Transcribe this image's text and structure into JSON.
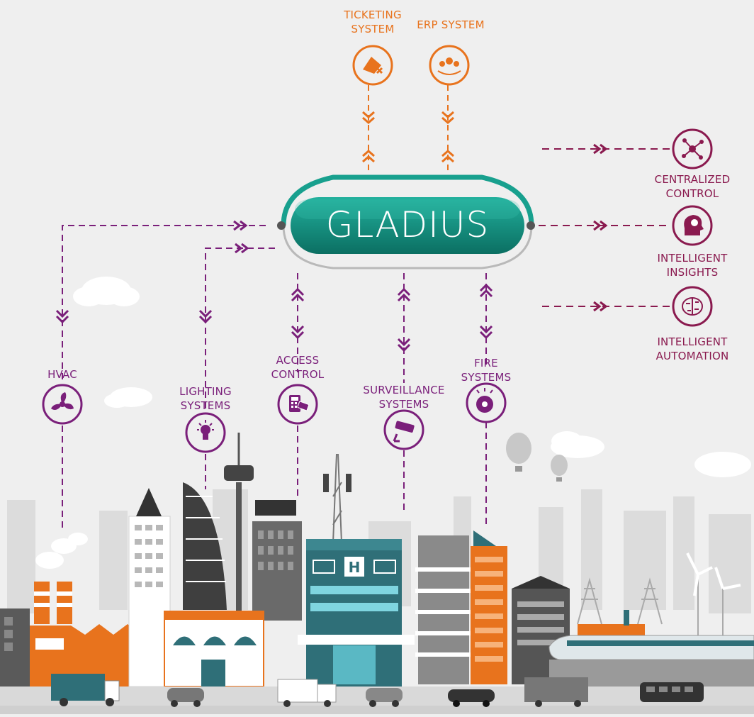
{
  "hub": {
    "title": "GLADIUS"
  },
  "top_systems": [
    {
      "id": "ticketing",
      "lines": [
        "TICKETING",
        "SYSTEM"
      ],
      "icon": "ticket-icon"
    },
    {
      "id": "erp",
      "lines": [
        "ERP SYSTEM"
      ],
      "icon": "team-network-icon"
    }
  ],
  "outputs": [
    {
      "id": "centralized-control",
      "lines": [
        "CENTRALIZED",
        "CONTROL"
      ],
      "icon": "network-hub-icon"
    },
    {
      "id": "intelligent-insights",
      "lines": [
        "INTELLIGENT",
        "INSIGHTS"
      ],
      "icon": "head-search-icon"
    },
    {
      "id": "intelligent-automation",
      "lines": [
        "INTELLIGENT",
        "AUTOMATION"
      ],
      "icon": "brain-circuit-icon"
    }
  ],
  "subsystems": [
    {
      "id": "hvac",
      "lines": [
        "HVAC"
      ],
      "icon": "fan-icon"
    },
    {
      "id": "lighting",
      "lines": [
        "LIGHTING",
        "SYSTEMS"
      ],
      "icon": "light-bulb-icon"
    },
    {
      "id": "access-control",
      "lines": [
        "ACCESS",
        "CONTROL"
      ],
      "icon": "keypad-card-icon"
    },
    {
      "id": "surveillance",
      "lines": [
        "SURVEILLANCE",
        "SYSTEMS"
      ],
      "icon": "cctv-camera-icon"
    },
    {
      "id": "fire",
      "lines": [
        "FIRE",
        "SYSTEMS"
      ],
      "icon": "fire-alarm-icon"
    }
  ],
  "colors": {
    "purple": "#7a1f7a",
    "magenta": "#8a1a4f",
    "orange": "#e8731d",
    "teal": "#0f8f7f",
    "teal_dark": "#0b6f62",
    "background": "#efefef"
  }
}
